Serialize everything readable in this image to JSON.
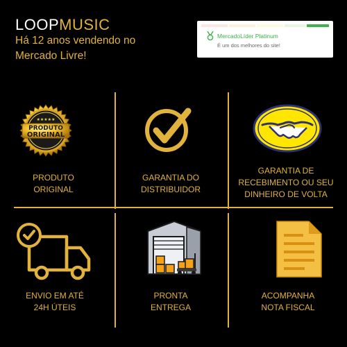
{
  "header": {
    "brand_loop": "LOOP",
    "brand_music": "MUSIC",
    "tagline_line1": "Há 12 anos vendendo no",
    "tagline_line2": "Mercado Livre!"
  },
  "mercadolider": {
    "title": "MercadoLíder Platinum",
    "subtitle": "É um dos melhores do site!",
    "reputation_level": 5
  },
  "seal": {
    "stars": "★★★★★",
    "line1": "PRODUTO",
    "line2": "ORIGINAL"
  },
  "features": [
    {
      "icon": "gold-seal-icon",
      "line1": "PRODUTO",
      "line2": "ORIGINAL"
    },
    {
      "icon": "checkmark-circle-icon",
      "line1": "GARANTIA DO",
      "line2": "DISTRIBUIDOR"
    },
    {
      "icon": "handshake-icon",
      "line1": "GARANTIA DE",
      "line2": "RECEBIMENTO OU SEU",
      "line3": "DINHEIRO DE VOLTA"
    },
    {
      "icon": "delivery-truck-icon",
      "line1": "ENVIO EM ATÉ",
      "line2": "24H ÚTEIS"
    },
    {
      "icon": "warehouse-icon",
      "line1": "PRONTA",
      "line2": "ENTREGA"
    },
    {
      "icon": "invoice-document-icon",
      "line1": "ACOMPANHA",
      "line2": "NOTA FISCAL"
    }
  ],
  "colors": {
    "background": "#000000",
    "gold": "#e2b33c",
    "mercadolivre_yellow": "#ffe600",
    "mercadolivre_blue": "#2d3277",
    "platinum_green": "#39b54a"
  }
}
